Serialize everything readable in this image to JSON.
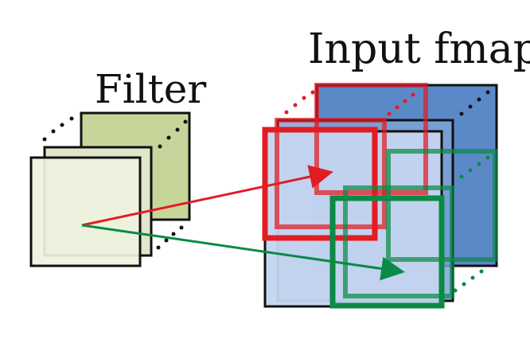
{
  "labels": {
    "filter": "Filter",
    "input_fmap": "Input fmap"
  },
  "colors": {
    "filter_back": "#c6d59a",
    "filter_mid": "#dfe7c8",
    "filter_front": "#eef3e0",
    "fmap_back": "#5b89c8",
    "fmap_mid": "#7ea3d6",
    "fmap_front": "#c4d5ee",
    "red": "#e31b23",
    "green": "#0a8a45",
    "outline": "#111111"
  },
  "icons": {
    "continuation_dots": "dotted-ellipsis",
    "red_arrow": "arrow-right",
    "green_arrow": "arrow-right"
  }
}
